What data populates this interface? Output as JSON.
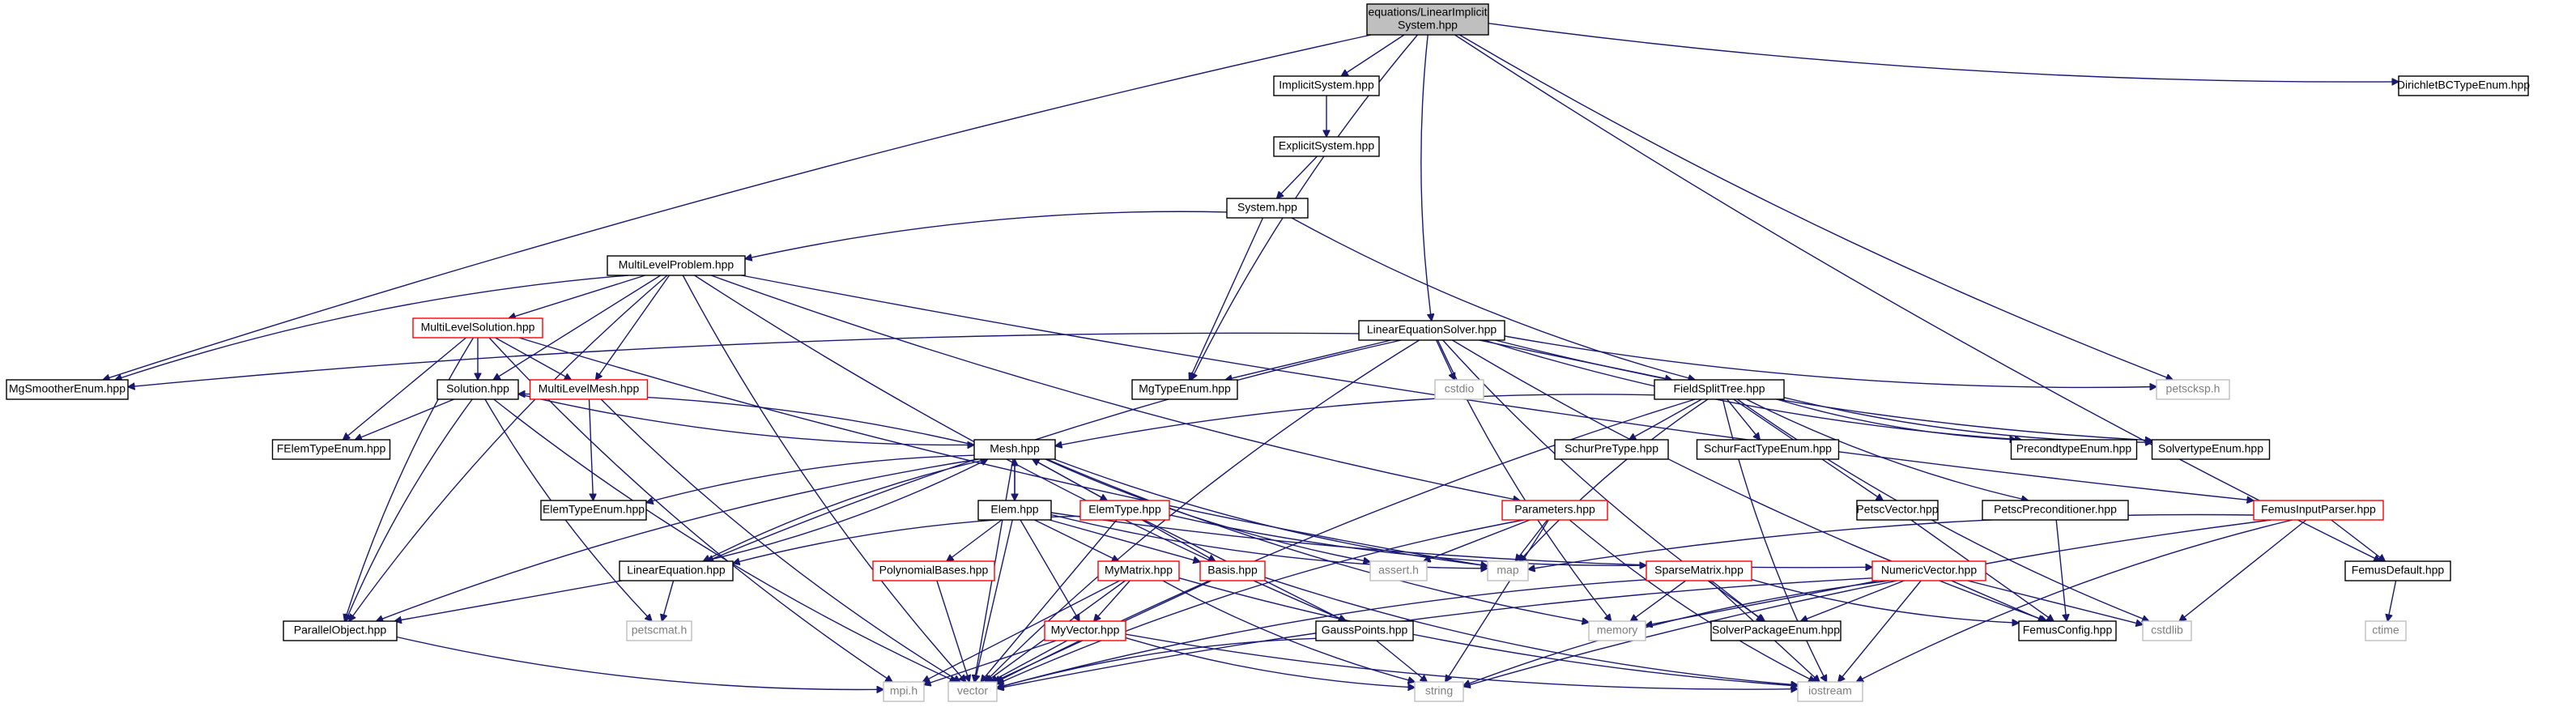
{
  "colors": {
    "edge": "#191970",
    "root_fill": "#bfbfbf",
    "root_border": "#000000",
    "normal_border": "#000000",
    "truncated_border": "#ff0000",
    "system_border": "#bfbfbf",
    "text": "#000000",
    "system_text": "#7f7f7f"
  },
  "nodes": [
    {
      "id": "root",
      "label_lines": [
        "equations/LinearImplicit",
        "System.hpp"
      ],
      "kind": "root"
    },
    {
      "id": "implicit",
      "label_lines": [
        "ImplicitSystem.hpp"
      ],
      "kind": "normal"
    },
    {
      "id": "dirichlet",
      "label_lines": [
        "DirichletBCTypeEnum.hpp"
      ],
      "kind": "normal"
    },
    {
      "id": "explicit",
      "label_lines": [
        "ExplicitSystem.hpp"
      ],
      "kind": "normal"
    },
    {
      "id": "system",
      "label_lines": [
        "System.hpp"
      ],
      "kind": "normal"
    },
    {
      "id": "mlproblem",
      "label_lines": [
        "MultiLevelProblem.hpp"
      ],
      "kind": "normal"
    },
    {
      "id": "linsolver",
      "label_lines": [
        "LinearEquationSolver.hpp"
      ],
      "kind": "normal"
    },
    {
      "id": "mlsolution",
      "label_lines": [
        "MultiLevelSolution.hpp"
      ],
      "kind": "truncated"
    },
    {
      "id": "mgsmoother",
      "label_lines": [
        "MgSmootherEnum.hpp"
      ],
      "kind": "normal"
    },
    {
      "id": "solution",
      "label_lines": [
        "Solution.hpp"
      ],
      "kind": "normal"
    },
    {
      "id": "mlmesh",
      "label_lines": [
        "MultiLevelMesh.hpp"
      ],
      "kind": "truncated"
    },
    {
      "id": "mgtype",
      "label_lines": [
        "MgTypeEnum.hpp"
      ],
      "kind": "normal"
    },
    {
      "id": "cstdio",
      "label_lines": [
        "cstdio"
      ],
      "kind": "system"
    },
    {
      "id": "fieldsplit",
      "label_lines": [
        "FieldSplitTree.hpp"
      ],
      "kind": "normal"
    },
    {
      "id": "petscksp",
      "label_lines": [
        "petscksp.h"
      ],
      "kind": "system"
    },
    {
      "id": "felemtype",
      "label_lines": [
        "FElemTypeEnum.hpp"
      ],
      "kind": "normal"
    },
    {
      "id": "mesh",
      "label_lines": [
        "Mesh.hpp"
      ],
      "kind": "normal"
    },
    {
      "id": "schurpre",
      "label_lines": [
        "SchurPreType.hpp"
      ],
      "kind": "normal"
    },
    {
      "id": "schurfact",
      "label_lines": [
        "SchurFactTypeEnum.hpp"
      ],
      "kind": "normal"
    },
    {
      "id": "precondtype",
      "label_lines": [
        "PrecondtypeEnum.hpp"
      ],
      "kind": "normal"
    },
    {
      "id": "solvertype",
      "label_lines": [
        "SolvertypeEnum.hpp"
      ],
      "kind": "normal"
    },
    {
      "id": "elemtypeenum",
      "label_lines": [
        "ElemTypeEnum.hpp"
      ],
      "kind": "normal"
    },
    {
      "id": "elem",
      "label_lines": [
        "Elem.hpp"
      ],
      "kind": "normal"
    },
    {
      "id": "elemtype",
      "label_lines": [
        "ElemType.hpp"
      ],
      "kind": "truncated"
    },
    {
      "id": "parameters",
      "label_lines": [
        "Parameters.hpp"
      ],
      "kind": "truncated"
    },
    {
      "id": "petscvector",
      "label_lines": [
        "PetscVector.hpp"
      ],
      "kind": "normal"
    },
    {
      "id": "petscprecond",
      "label_lines": [
        "PetscPreconditioner.hpp"
      ],
      "kind": "normal"
    },
    {
      "id": "femusinput",
      "label_lines": [
        "FemusInputParser.hpp"
      ],
      "kind": "truncated"
    },
    {
      "id": "lineq",
      "label_lines": [
        "LinearEquation.hpp"
      ],
      "kind": "normal"
    },
    {
      "id": "polybases",
      "label_lines": [
        "PolynomialBases.hpp"
      ],
      "kind": "truncated"
    },
    {
      "id": "mymatrix",
      "label_lines": [
        "MyMatrix.hpp"
      ],
      "kind": "truncated"
    },
    {
      "id": "basis",
      "label_lines": [
        "Basis.hpp"
      ],
      "kind": "truncated"
    },
    {
      "id": "assert",
      "label_lines": [
        "assert.h"
      ],
      "kind": "system"
    },
    {
      "id": "map",
      "label_lines": [
        "map"
      ],
      "kind": "system"
    },
    {
      "id": "sparsematrix",
      "label_lines": [
        "SparseMatrix.hpp"
      ],
      "kind": "truncated"
    },
    {
      "id": "numvector",
      "label_lines": [
        "NumericVector.hpp"
      ],
      "kind": "truncated"
    },
    {
      "id": "femusdefault",
      "label_lines": [
        "FemusDefault.hpp"
      ],
      "kind": "normal"
    },
    {
      "id": "parallelobj",
      "label_lines": [
        "ParallelObject.hpp"
      ],
      "kind": "normal"
    },
    {
      "id": "petscmat",
      "label_lines": [
        "petscmat.h"
      ],
      "kind": "system"
    },
    {
      "id": "myvector",
      "label_lines": [
        "MyVector.hpp"
      ],
      "kind": "truncated"
    },
    {
      "id": "gausspoints",
      "label_lines": [
        "GaussPoints.hpp"
      ],
      "kind": "normal"
    },
    {
      "id": "memory",
      "label_lines": [
        "memory"
      ],
      "kind": "system"
    },
    {
      "id": "solverpackage",
      "label_lines": [
        "SolverPackageEnum.hpp"
      ],
      "kind": "normal"
    },
    {
      "id": "femusconfig",
      "label_lines": [
        "FemusConfig.hpp"
      ],
      "kind": "normal"
    },
    {
      "id": "cstdlib",
      "label_lines": [
        "cstdlib"
      ],
      "kind": "system"
    },
    {
      "id": "ctime",
      "label_lines": [
        "ctime"
      ],
      "kind": "system"
    },
    {
      "id": "mpi",
      "label_lines": [
        "mpi.h"
      ],
      "kind": "system"
    },
    {
      "id": "vector",
      "label_lines": [
        "vector"
      ],
      "kind": "system"
    },
    {
      "id": "string",
      "label_lines": [
        "string"
      ],
      "kind": "system"
    },
    {
      "id": "iostream",
      "label_lines": [
        "iostream"
      ],
      "kind": "system"
    }
  ],
  "edges": [
    [
      "root",
      "implicit"
    ],
    [
      "root",
      "dirichlet"
    ],
    [
      "root",
      "mgsmoother"
    ],
    [
      "root",
      "mgtype"
    ],
    [
      "root",
      "linsolver"
    ],
    [
      "root",
      "petscksp"
    ],
    [
      "root",
      "femusdefault"
    ],
    [
      "implicit",
      "explicit"
    ],
    [
      "explicit",
      "system"
    ],
    [
      "system",
      "mlproblem"
    ],
    [
      "system",
      "mgtype"
    ],
    [
      "system",
      "fieldsplit"
    ],
    [
      "mlproblem",
      "mlsolution"
    ],
    [
      "mlproblem",
      "mgsmoother"
    ],
    [
      "mlproblem",
      "solution"
    ],
    [
      "mlproblem",
      "mlmesh"
    ],
    [
      "mlproblem",
      "parallelobj"
    ],
    [
      "mlproblem",
      "vector"
    ],
    [
      "mlproblem",
      "gausspoints"
    ],
    [
      "mlproblem",
      "parameters"
    ],
    [
      "mlproblem",
      "femusinput"
    ],
    [
      "mlsolution",
      "solution"
    ],
    [
      "mlsolution",
      "mlmesh"
    ],
    [
      "mlsolution",
      "felemtype"
    ],
    [
      "mlsolution",
      "parallelobj"
    ],
    [
      "mlsolution",
      "mpi"
    ],
    [
      "mlsolution",
      "map"
    ],
    [
      "solution",
      "mesh"
    ],
    [
      "solution",
      "felemtype"
    ],
    [
      "solution",
      "parallelobj"
    ],
    [
      "solution",
      "vector"
    ],
    [
      "solution",
      "petscmat"
    ],
    [
      "mlmesh",
      "elemtypeenum"
    ],
    [
      "mlmesh",
      "vector"
    ],
    [
      "linsolver",
      "mgsmoother"
    ],
    [
      "linsolver",
      "mgtype"
    ],
    [
      "linsolver",
      "cstdio"
    ],
    [
      "linsolver",
      "fieldsplit"
    ],
    [
      "linsolver",
      "petscksp"
    ],
    [
      "linsolver",
      "lineq"
    ],
    [
      "linsolver",
      "precondtype"
    ],
    [
      "linsolver",
      "solvertype"
    ],
    [
      "linsolver",
      "femusconfig"
    ],
    [
      "linsolver",
      "memory"
    ],
    [
      "linsolver",
      "solverpackage"
    ],
    [
      "linsolver",
      "vector"
    ],
    [
      "fieldsplit",
      "mesh"
    ],
    [
      "fieldsplit",
      "schurpre"
    ],
    [
      "fieldsplit",
      "schurfact"
    ],
    [
      "fieldsplit",
      "precondtype"
    ],
    [
      "fieldsplit",
      "solvertype"
    ],
    [
      "fieldsplit",
      "petscvector"
    ],
    [
      "fieldsplit",
      "petscprecond"
    ],
    [
      "fieldsplit",
      "map"
    ],
    [
      "fieldsplit",
      "vector"
    ],
    [
      "fieldsplit",
      "iostream"
    ],
    [
      "fieldsplit",
      "cstdlib"
    ],
    [
      "mesh",
      "solution"
    ],
    [
      "mesh",
      "elem"
    ],
    [
      "mesh",
      "elemtype"
    ],
    [
      "mesh",
      "elemtypeenum"
    ],
    [
      "mesh",
      "lineq"
    ],
    [
      "mesh",
      "parallelobj"
    ],
    [
      "mesh",
      "assert"
    ],
    [
      "mesh",
      "map"
    ],
    [
      "mesh",
      "vector"
    ],
    [
      "mesh",
      "memory"
    ],
    [
      "elem",
      "mesh"
    ],
    [
      "elem",
      "polybases"
    ],
    [
      "elem",
      "mymatrix"
    ],
    [
      "elem",
      "myvector"
    ],
    [
      "elem",
      "basis"
    ],
    [
      "elem",
      "vector"
    ],
    [
      "elem",
      "numvector"
    ],
    [
      "elem",
      "map"
    ],
    [
      "elemtype",
      "mesh"
    ],
    [
      "elemtype",
      "basis"
    ],
    [
      "elemtype",
      "gausspoints"
    ],
    [
      "elemtype",
      "sparsematrix"
    ],
    [
      "elemtype",
      "vector"
    ],
    [
      "elemtype",
      "lineq"
    ],
    [
      "parameters",
      "map"
    ],
    [
      "parameters",
      "assert"
    ],
    [
      "parameters",
      "string"
    ],
    [
      "parameters",
      "vector"
    ],
    [
      "parameters",
      "iostream"
    ],
    [
      "petscvector",
      "femusconfig"
    ],
    [
      "petscprecond",
      "femusconfig"
    ],
    [
      "femusinput",
      "map"
    ],
    [
      "femusinput",
      "femusdefault"
    ],
    [
      "femusinput",
      "cstdlib"
    ],
    [
      "femusinput",
      "iostream"
    ],
    [
      "femusinput",
      "string"
    ],
    [
      "femusdefault",
      "ctime"
    ],
    [
      "lineq",
      "parallelobj"
    ],
    [
      "lineq",
      "petscmat"
    ],
    [
      "lineq",
      "mesh"
    ],
    [
      "polybases",
      "vector"
    ],
    [
      "mymatrix",
      "myvector"
    ],
    [
      "mymatrix",
      "mpi"
    ],
    [
      "mymatrix",
      "vector"
    ],
    [
      "mymatrix",
      "string"
    ],
    [
      "mymatrix",
      "iostream"
    ],
    [
      "basis",
      "vector"
    ],
    [
      "basis",
      "iostream"
    ],
    [
      "myvector",
      "mpi"
    ],
    [
      "myvector",
      "vector"
    ],
    [
      "myvector",
      "string"
    ],
    [
      "myvector",
      "iostream"
    ],
    [
      "gausspoints",
      "vector"
    ],
    [
      "gausspoints",
      "string"
    ],
    [
      "sparsematrix",
      "memory"
    ],
    [
      "sparsematrix",
      "solverpackage"
    ],
    [
      "sparsematrix",
      "femusconfig"
    ],
    [
      "sparsematrix",
      "vector"
    ],
    [
      "sparsematrix",
      "iostream"
    ],
    [
      "numvector",
      "memory"
    ],
    [
      "numvector",
      "solverpackage"
    ],
    [
      "numvector",
      "femusconfig"
    ],
    [
      "numvector",
      "cstdlib"
    ],
    [
      "numvector",
      "vector"
    ],
    [
      "numvector",
      "iostream"
    ],
    [
      "numvector",
      "string"
    ],
    [
      "parallelobj",
      "mpi"
    ]
  ]
}
